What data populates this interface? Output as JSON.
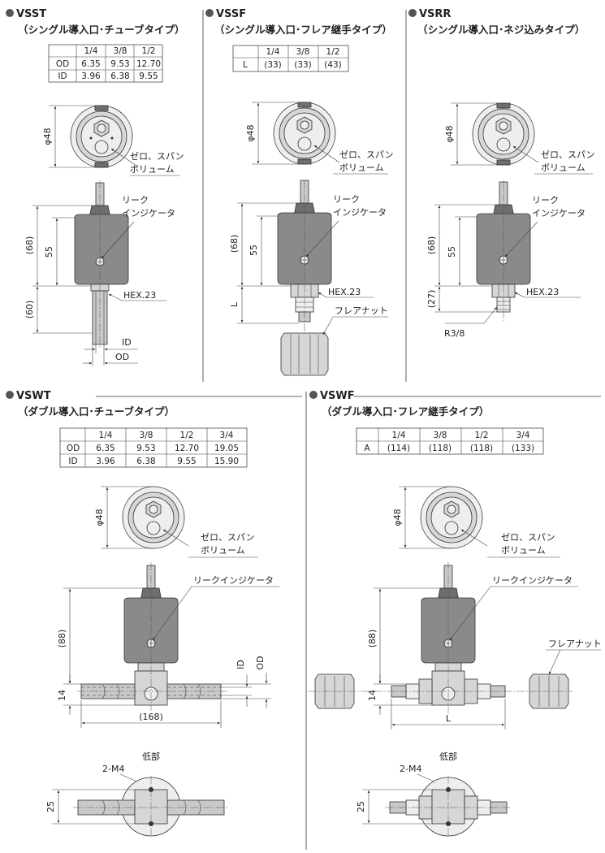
{
  "sections": [
    {
      "id": "vsst",
      "title": "VSST",
      "subtitle": "（シングル導入口･チューブタイプ）",
      "table": {
        "header": [
          "",
          "1/4",
          "3/8",
          "1/2"
        ],
        "rows": [
          [
            "OD",
            "6.35",
            "9.53",
            "12.70"
          ],
          [
            "ID",
            "3.96",
            "6.38",
            "9.55"
          ]
        ]
      },
      "labels": {
        "phi": "φ48",
        "zero_span_1": "ゼロ、スパン",
        "zero_span_2": "ボリューム",
        "leak_1": "リーク",
        "leak_2": "インジケータ",
        "dim_68": "(68)",
        "dim_55": "55",
        "dim_60": "(60)",
        "hex": "HEX.23",
        "id": "ID",
        "od": "OD"
      }
    },
    {
      "id": "vssf",
      "title": "VSSF",
      "subtitle": "（シングル導入口･フレア継手タイプ）",
      "table": {
        "header": [
          "",
          "1/4",
          "3/8",
          "1/2"
        ],
        "rows": [
          [
            "L",
            "(33)",
            "(33)",
            "(43)"
          ]
        ]
      },
      "labels": {
        "phi": "φ48",
        "zero_span_1": "ゼロ、スパン",
        "zero_span_2": "ボリューム",
        "leak_1": "リーク",
        "leak_2": "インジケータ",
        "dim_68": "(68)",
        "dim_55": "55",
        "dim_l": "L",
        "hex": "HEX.23",
        "flare": "フレアナット"
      }
    },
    {
      "id": "vsrr",
      "title": "VSRR",
      "subtitle": "（シングル導入口･ネジ込みタイプ）",
      "labels": {
        "phi": "φ48",
        "zero_span_1": "ゼロ、スパン",
        "zero_span_2": "ボリューム",
        "leak_1": "リーク",
        "leak_2": "インジケータ",
        "dim_68": "(68)",
        "dim_55": "55",
        "dim_27": "(27)",
        "hex": "HEX.23",
        "thread": "R3/8"
      }
    },
    {
      "id": "vswt",
      "title": "VSWT",
      "subtitle": "（ダブル導入口･チューブタイプ）",
      "table": {
        "header": [
          "",
          "1/4",
          "3/8",
          "1/2",
          "3/4"
        ],
        "rows": [
          [
            "OD",
            "6.35",
            "9.53",
            "12.70",
            "19.05"
          ],
          [
            "ID",
            "3.96",
            "6.38",
            "9.55",
            "15.90"
          ]
        ]
      },
      "labels": {
        "phi": "φ48",
        "zero_span_1": "ゼロ、スパン",
        "zero_span_2": "ボリューム",
        "leak": "リークインジケータ",
        "dim_88": "(88)",
        "dim_14": "14",
        "dim_168": "(168)",
        "id": "ID",
        "od": "OD",
        "bottom": "低部",
        "screw": "2-M4",
        "dim_25": "25"
      }
    },
    {
      "id": "vswf",
      "title": "VSWF",
      "subtitle": "（ダブル導入口･フレア継手タイプ）",
      "table": {
        "header": [
          "",
          "1/4",
          "3/8",
          "1/2",
          "3/4"
        ],
        "rows": [
          [
            "A",
            "(114)",
            "(118)",
            "(118)",
            "(133)"
          ]
        ]
      },
      "labels": {
        "phi": "φ48",
        "zero_span_1": "ゼロ、スパン",
        "zero_span_2": "ボリューム",
        "leak": "リークインジケータ",
        "flare": "フレアナット",
        "dim_88": "(88)",
        "dim_14": "14",
        "dim_l": "L",
        "bottom": "低部",
        "screw": "2-M4",
        "dim_25": "25"
      }
    }
  ]
}
